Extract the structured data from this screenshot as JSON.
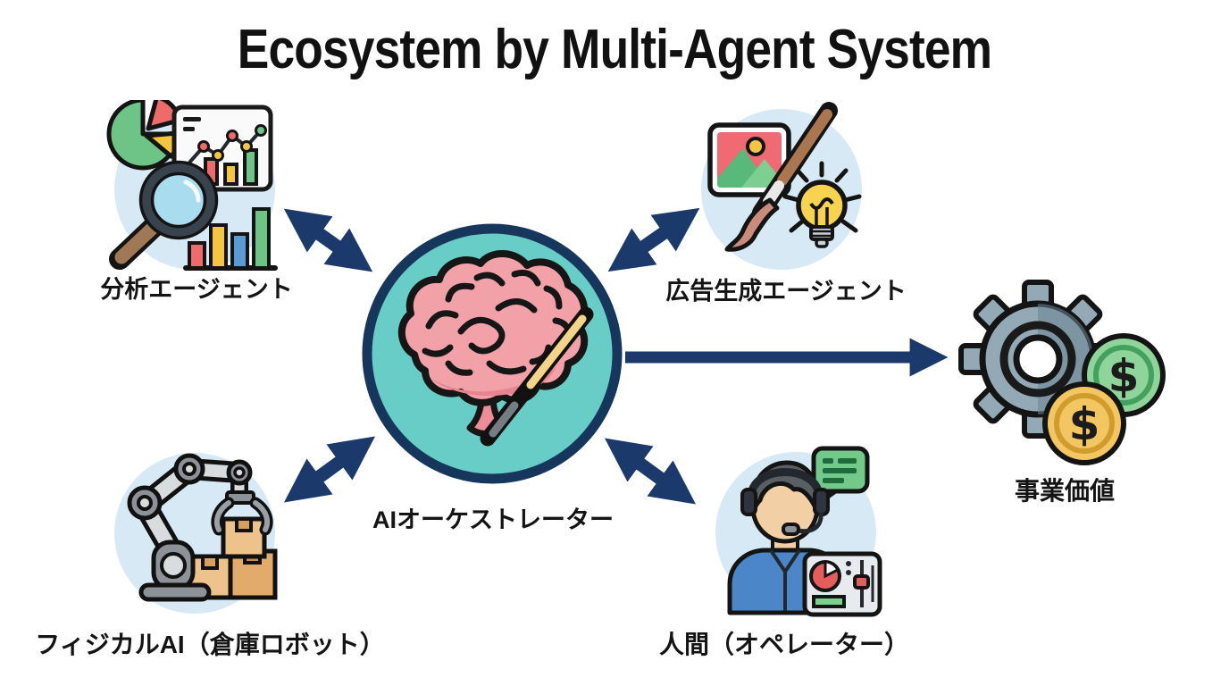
{
  "title": "Ecosystem by Multi-Agent System",
  "center": {
    "id": "ai-orchestrator",
    "label": "AIオーケストレーター",
    "icon": "brain-baton-icon"
  },
  "nodes": [
    {
      "id": "analysis-agent",
      "label": "分析エージェント",
      "icon": "analytics-magnifier-icon",
      "position": "top-left"
    },
    {
      "id": "ad-generation-agent",
      "label": "広告生成エージェント",
      "icon": "paintbrush-lightbulb-icon",
      "position": "top-right"
    },
    {
      "id": "physical-ai",
      "label": "フィジカルAI（倉庫ロボット）",
      "icon": "robot-arm-boxes-icon",
      "position": "bottom-left"
    },
    {
      "id": "human-operator",
      "label": "人間（オペレーター）",
      "icon": "operator-headset-icon",
      "position": "bottom-right"
    }
  ],
  "output": {
    "id": "business-value",
    "label": "事業価値",
    "icon": "gear-coins-icon"
  },
  "connections": [
    {
      "from": "ai-orchestrator",
      "to": "analysis-agent",
      "type": "bidirectional"
    },
    {
      "from": "ai-orchestrator",
      "to": "ad-generation-agent",
      "type": "bidirectional"
    },
    {
      "from": "ai-orchestrator",
      "to": "physical-ai",
      "type": "bidirectional"
    },
    {
      "from": "ai-orchestrator",
      "to": "human-operator",
      "type": "bidirectional"
    },
    {
      "from": "ai-orchestrator",
      "to": "business-value",
      "type": "unidirectional"
    }
  ],
  "colors": {
    "background": "#ffffff",
    "arrow": "#1b3a6b",
    "center_fill": "#68ccc7",
    "center_border": "#16365c",
    "node_bubble": "#d6e9f4",
    "title_text": "#111111"
  }
}
